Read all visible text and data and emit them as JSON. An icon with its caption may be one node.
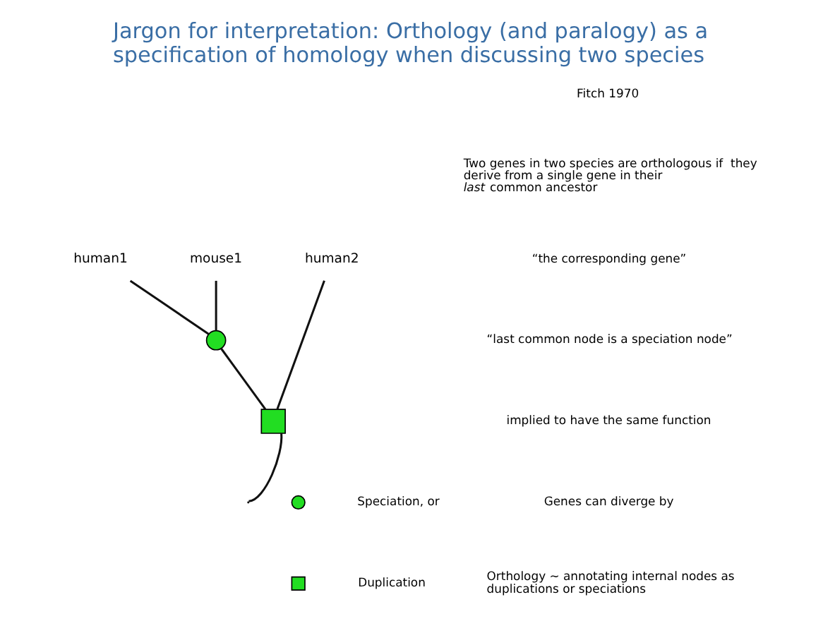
{
  "diagram": {
    "title": "Jargon for interpretation: Orthology (and paralogy) as a specification of homology when discussing two species",
    "nodes": [
      {
        "text": [
          "human1"
        ]
      },
      {
        "text": [
          "mouse1"
        ]
      },
      {
        "text": [
          "human2"
        ]
      },
      {
        "text": [],
        "shape": "circle"
      },
      {
        "text": [],
        "shape": "box"
      }
    ],
    "edges": [
      {
        "from": 3,
        "to": 0,
        "arrow": "none"
      },
      {
        "from": 3,
        "to": 1,
        "arrow": "none"
      },
      {
        "from": 4,
        "to": 3,
        "arrow": "none"
      },
      {
        "from": 4,
        "to": 2,
        "arrow": "none"
      },
      {
        "from": 4,
        "to": null,
        "arrow": "none"
      }
    ],
    "labels": [
      "Fitch 1970",
      "Two genes in two species are orthologous if  they derive from a single gene in their *last* common ancestor",
      "“the corresponding gene”",
      "“last common node is a speciation node”",
      "implied to have the same function",
      "Genes can diverge by",
      "Orthology ~ annotating internal nodes as duplications or speciations"
    ],
    "legend": [
      {
        "text": "Speciation, or"
      },
      {
        "text": "Duplication"
      }
    ]
  }
}
